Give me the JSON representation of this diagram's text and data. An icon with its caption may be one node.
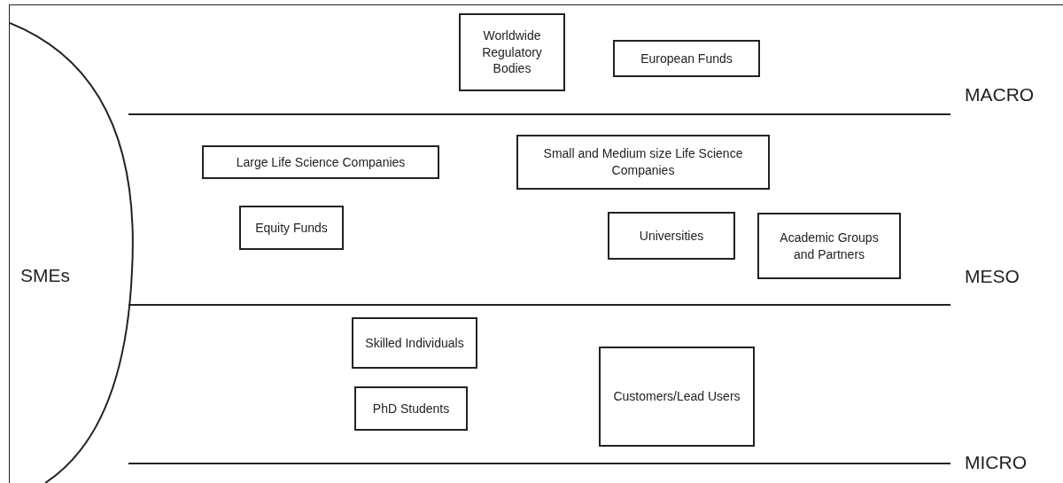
{
  "diagram": {
    "nodes": [
      {
        "text": [
          "SMEs"
        ]
      },
      {
        "text": [
          "Worldwide Regulatory Bodies"
        ]
      },
      {
        "text": [
          "European Funds"
        ]
      },
      {
        "text": [
          "Large Life Science Companies"
        ]
      },
      {
        "text": [
          "Small and Medium size Life Science Companies"
        ]
      },
      {
        "text": [
          "Equity Funds"
        ]
      },
      {
        "text": [
          "Universities"
        ]
      },
      {
        "text": [
          "Academic Groups and Partners"
        ]
      },
      {
        "text": [
          "Skilled Individuals"
        ]
      },
      {
        "text": [
          "Customers/Lead Users"
        ]
      },
      {
        "text": [
          "PhD Students"
        ]
      }
    ],
    "edges": [],
    "labels": [
      "MACRO",
      "MESO",
      "MICRO"
    ]
  }
}
